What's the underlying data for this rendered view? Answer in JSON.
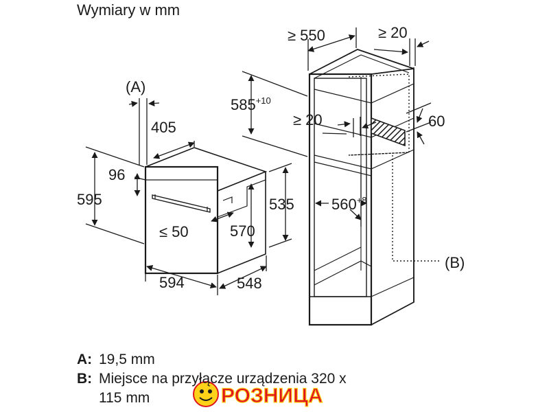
{
  "header": {
    "title": "Wymiary w mm"
  },
  "oven": {
    "label_a": "(A)",
    "dim_405": "405",
    "dim_96": "96",
    "dim_595": "595",
    "dim_594": "594",
    "dim_548": "548",
    "dim_535": "535",
    "dim_570": "570",
    "dim_le50": "≤ 50"
  },
  "cabinet": {
    "dim_ge550": "≥ 550",
    "dim_ge20_top": "≥ 20",
    "dim_585": "585",
    "dim_585_sup": "+10",
    "dim_ge20_mid": "≥ 20",
    "dim_60": "60",
    "dim_560": "560",
    "dim_560_sup": "+8",
    "label_b": "(B)"
  },
  "notes": {
    "a_key": "A:",
    "a_text": "19,5 mm",
    "b_key": "B:",
    "b_text_line1": "Miejsce na przyłącze urządzenia 320 x",
    "b_text_line2": "115 mm"
  },
  "watermark": {
    "text": "РОЗНИЦА"
  },
  "colors": {
    "line": "#1a1a1a",
    "watermark_red": "#e0161f",
    "watermark_yellow": "#ffd21a"
  }
}
